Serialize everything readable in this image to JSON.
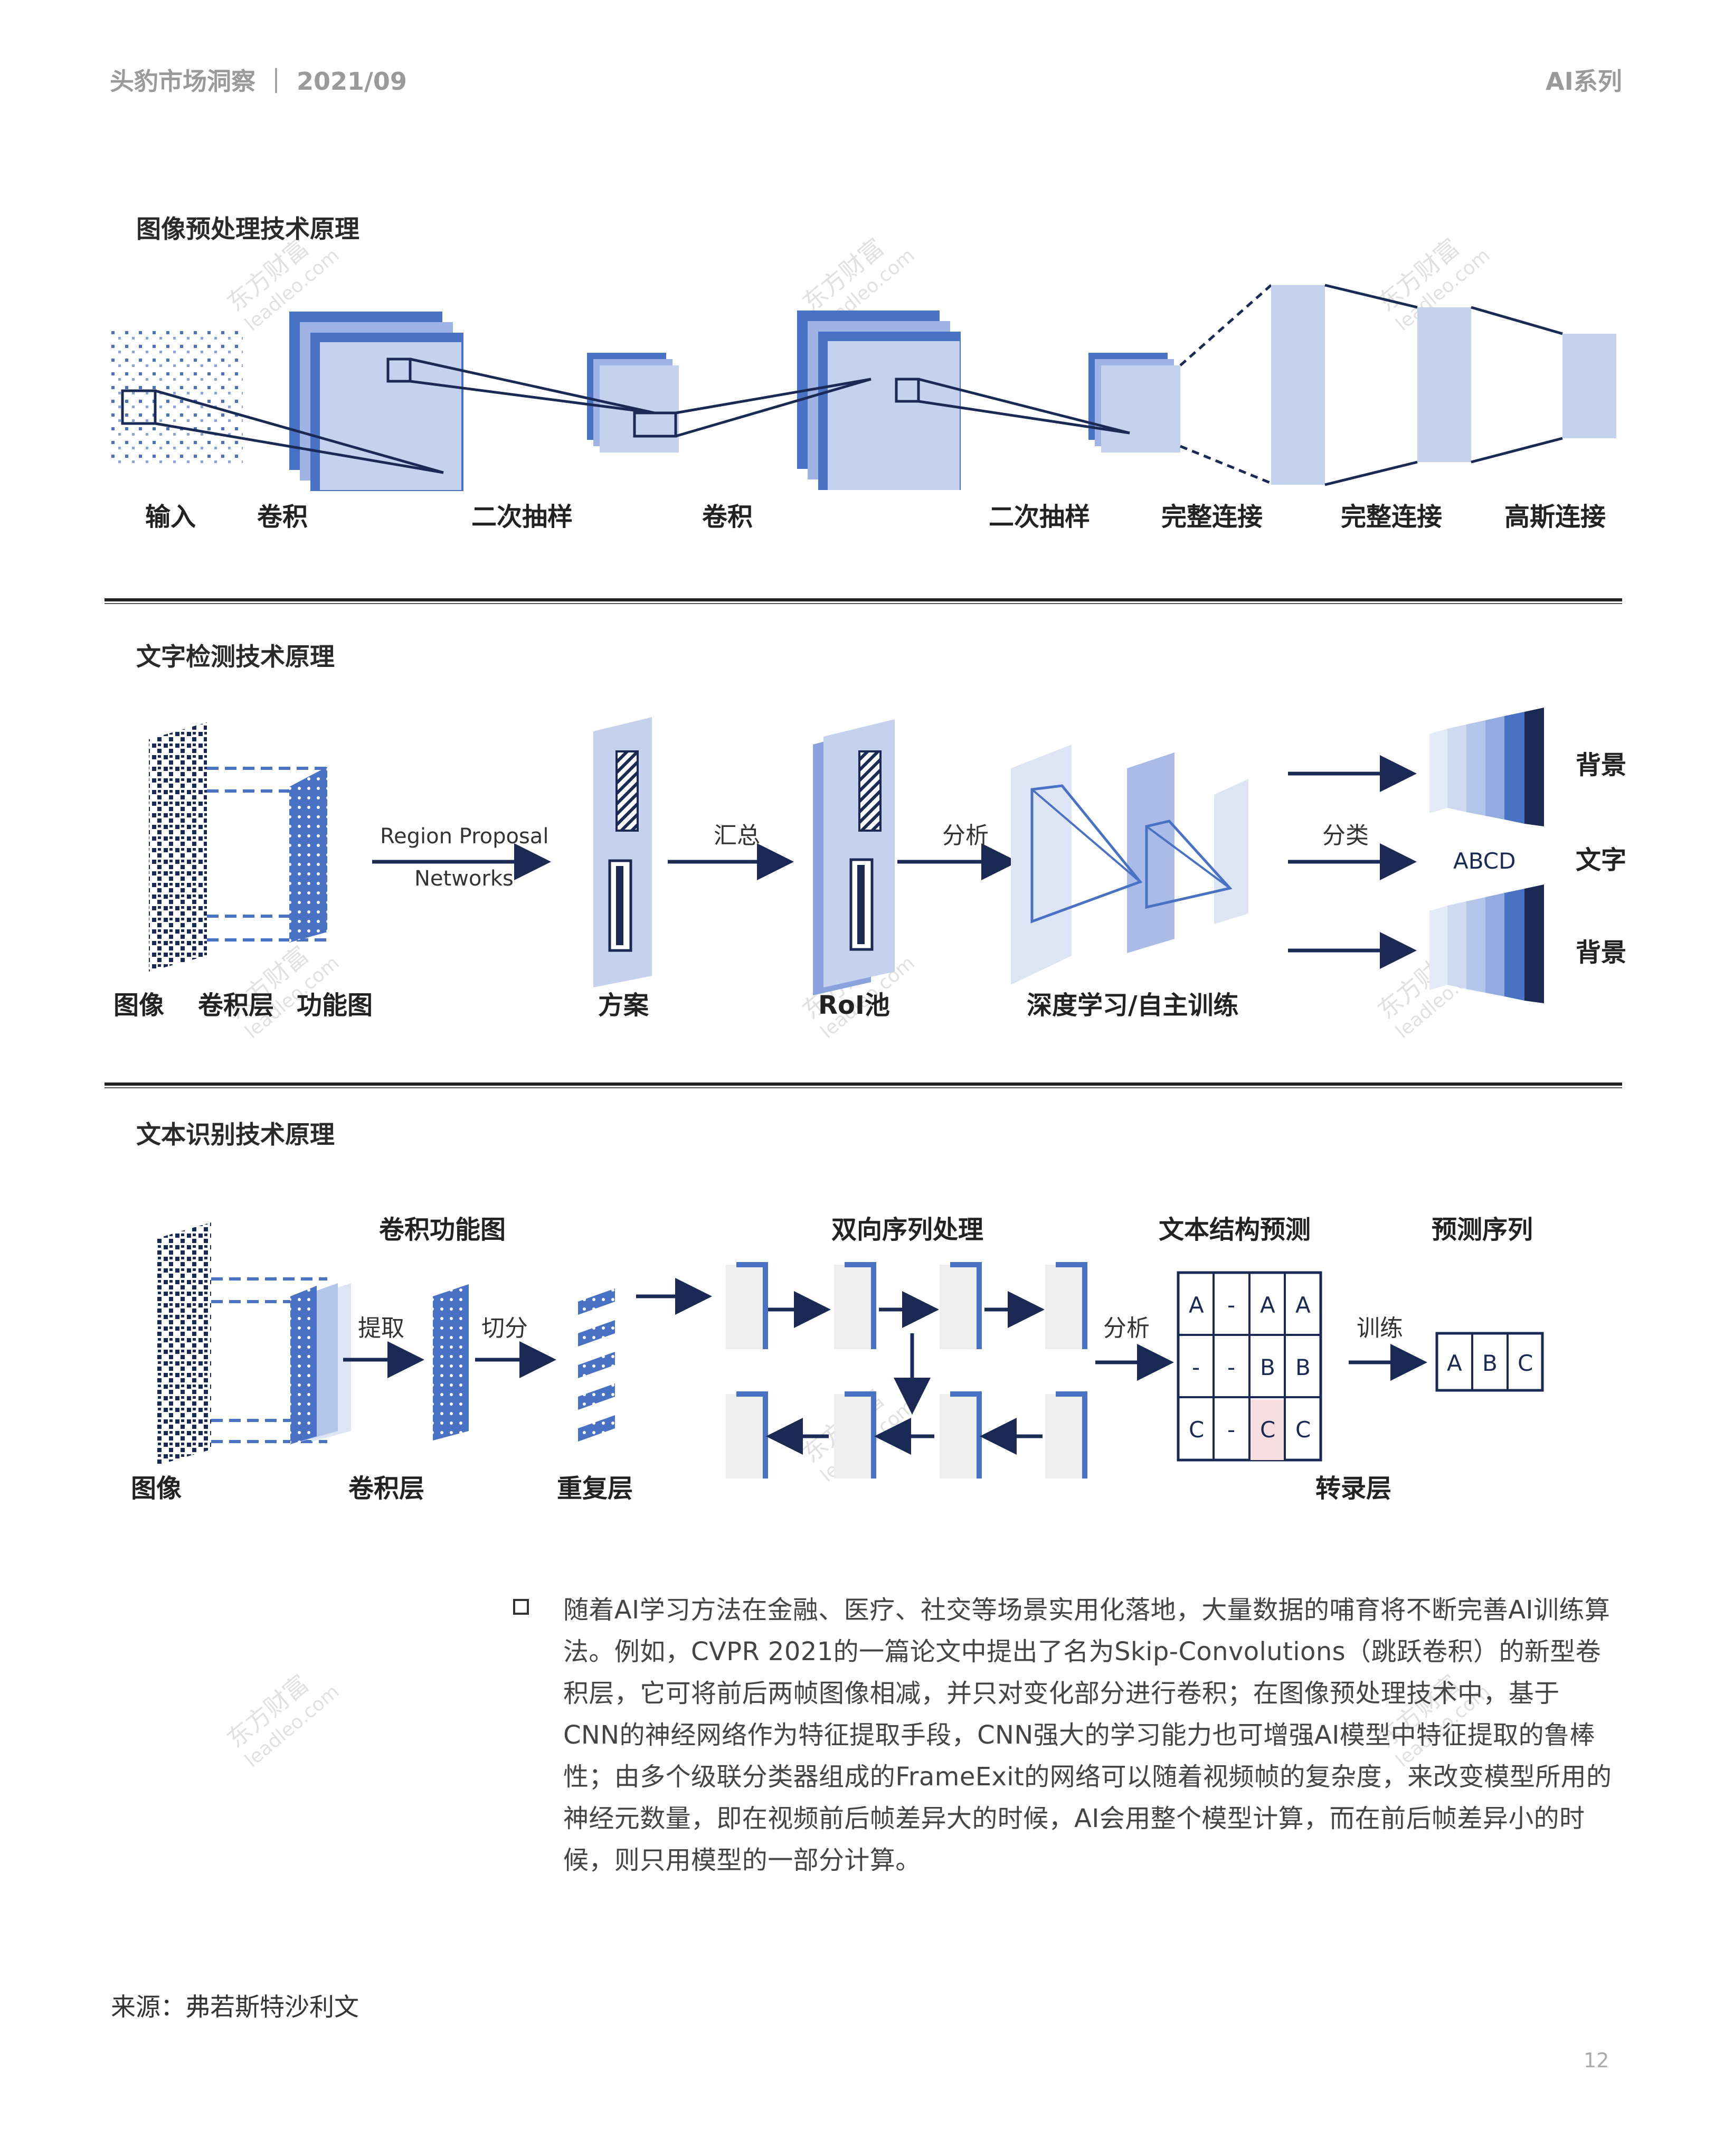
{
  "header": {
    "left": "头豹市场洞察 ｜ 2021/09",
    "right": "AI系列"
  },
  "section1": {
    "title": "图像预处理技术原理",
    "labels": [
      "输入",
      "卷积",
      "二次抽样",
      "卷积",
      "二次抽样",
      "完整连接",
      "完整连接",
      "高斯连接"
    ]
  },
  "section2": {
    "title": "文字检测技术原理",
    "rpn_line1": "Region Proposal",
    "rpn_line2": "Networks",
    "arrow_summary": "汇总",
    "arrow_analyze": "分析",
    "arrow_classify": "分类",
    "abcd": "ABCD",
    "out_bg1": "背景",
    "out_text": "文字",
    "out_bg2": "背景",
    "labels": {
      "image": "图像",
      "conv_layer": "卷积层",
      "feature_map": "功能图",
      "proposal": "方案",
      "roi_pool": "RoI池",
      "deep_learning": "深度学习/自主训练"
    }
  },
  "section3": {
    "title": "文本识别技术原理",
    "conv_feature_map": "卷积功能图",
    "extract": "提取",
    "split": "切分",
    "bidir": "双向序列处理",
    "text_struct": "文本结构预测",
    "pred_seq": "预测序列",
    "analyze": "分析",
    "train": "训练",
    "grid": [
      [
        "A",
        "-",
        "A",
        "A"
      ],
      [
        "-",
        "-",
        "B",
        "B"
      ],
      [
        "C",
        "-",
        "C",
        "C"
      ]
    ],
    "pred": [
      "A",
      "B",
      "C"
    ],
    "labels": {
      "image": "图像",
      "conv_layer": "卷积层",
      "repeat_layer": "重复层",
      "transcribe_layer": "转录层"
    }
  },
  "body": {
    "paragraph": "随着AI学习方法在金融、医疗、社交等场景实用化落地，大量数据的哺育将不断完善AI训练算法。例如，CVPR 2021的一篇论文中提出了名为Skip-Convolutions（跳跃卷积）的新型卷积层，它可将前后两帧图像相减，并只对变化部分进行卷积；在图像预处理技术中，基于CNN的神经网络作为特征提取手段，CNN强大的学习能力也可增强AI模型中特征提取的鲁棒性；由多个级联分类器组成的FrameExit的网络可以随着视频帧的复杂度，来改变模型所用的神经元数量，即在视频前后帧差异大的时候，AI会用整个模型计算，而在前后帧差异小的时候，则只用模型的一部分计算。"
  },
  "source": "来源：弗若斯特沙利文",
  "page_number": "12",
  "watermark": {
    "brand": "东方财富",
    "site": "leadleo.com"
  },
  "colors": {
    "dark_navy": "#1a2a55",
    "mid_blue": "#4a72c4",
    "light_blue": "#c5d2ee"
  }
}
